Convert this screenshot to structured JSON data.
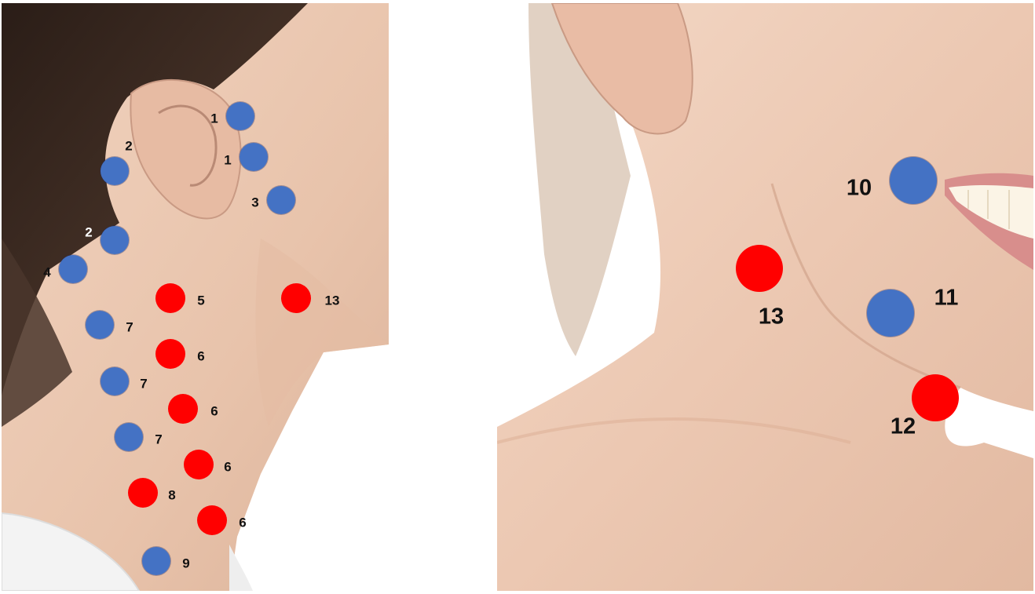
{
  "palette": {
    "blue_marker": "#4472c4",
    "red_marker": "#ff0000",
    "skin": "#eccab4",
    "hair": "#3a2a22"
  },
  "left_panel": {
    "markers": [
      {
        "label": "1",
        "color": "blue"
      },
      {
        "label": "1",
        "color": "blue"
      },
      {
        "label": "2",
        "color": "blue"
      },
      {
        "label": "3",
        "color": "blue"
      },
      {
        "label": "2",
        "color": "blue"
      },
      {
        "label": "4",
        "color": "blue"
      },
      {
        "label": "5",
        "color": "red"
      },
      {
        "label": "13",
        "color": "red"
      },
      {
        "label": "7",
        "color": "blue"
      },
      {
        "label": "6",
        "color": "red"
      },
      {
        "label": "7",
        "color": "blue"
      },
      {
        "label": "6",
        "color": "red"
      },
      {
        "label": "7",
        "color": "blue"
      },
      {
        "label": "6",
        "color": "red"
      },
      {
        "label": "8",
        "color": "red"
      },
      {
        "label": "6",
        "color": "red"
      },
      {
        "label": "9",
        "color": "blue"
      }
    ]
  },
  "right_panel": {
    "markers": [
      {
        "label": "10",
        "color": "blue"
      },
      {
        "label": "13",
        "color": "red"
      },
      {
        "label": "11",
        "color": "blue"
      },
      {
        "label": "12",
        "color": "red"
      }
    ]
  }
}
